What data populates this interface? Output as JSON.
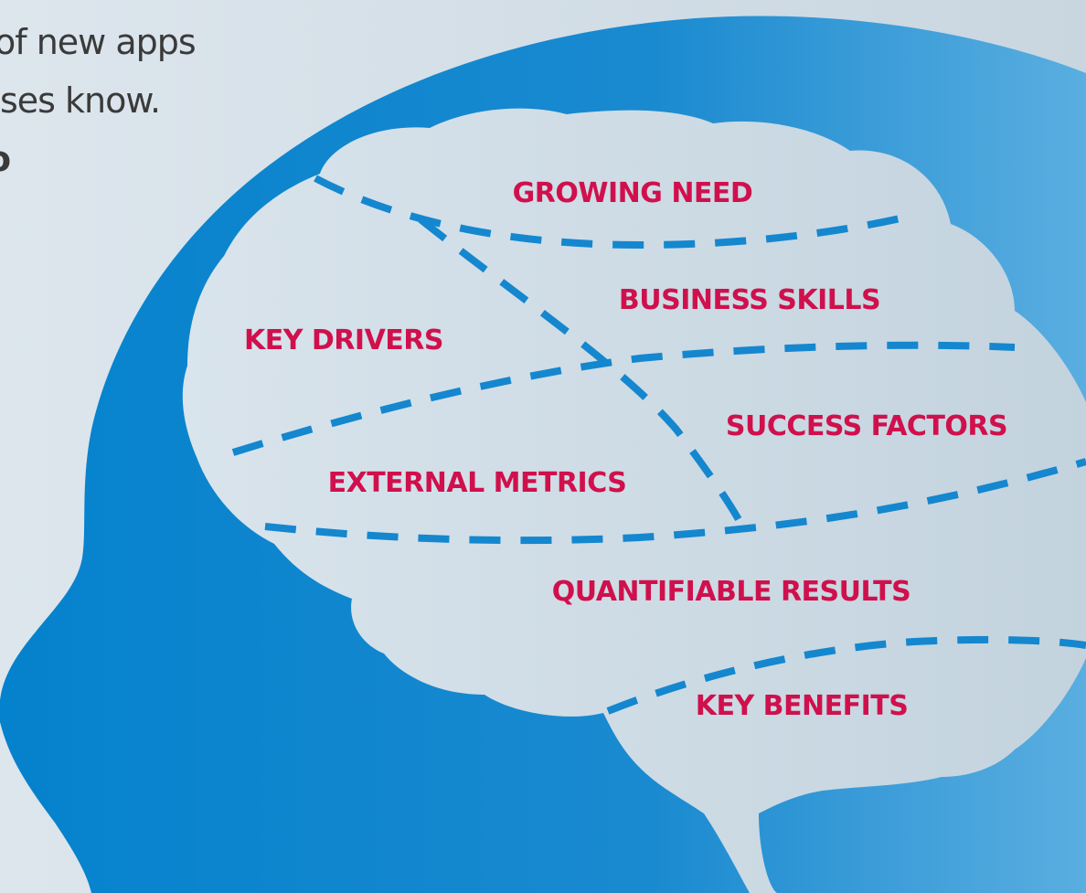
{
  "intro": {
    "line1": "of new apps",
    "line2": "ses know.",
    "line3": "o"
  },
  "brain_regions": [
    {
      "id": "growing-need",
      "label": "GROWING NEED"
    },
    {
      "id": "business-skills",
      "label": "BUSINESS SKILLS"
    },
    {
      "id": "key-drivers",
      "label": "KEY DRIVERS"
    },
    {
      "id": "success-factors",
      "label": "SUCCESS FACTORS"
    },
    {
      "id": "external-metrics",
      "label": "EXTERNAL METRICS"
    },
    {
      "id": "quantifiable-results",
      "label": "QUANTIFIABLE RESULTS"
    },
    {
      "id": "key-benefits",
      "label": "KEY BENEFITS"
    }
  ],
  "colors": {
    "background": "#d7e2ea",
    "head": "#0a85cf",
    "brain": "#cfdde6",
    "dash": "#1487cf",
    "label": "#d0104c",
    "intro_text": "#3a3a3a"
  }
}
